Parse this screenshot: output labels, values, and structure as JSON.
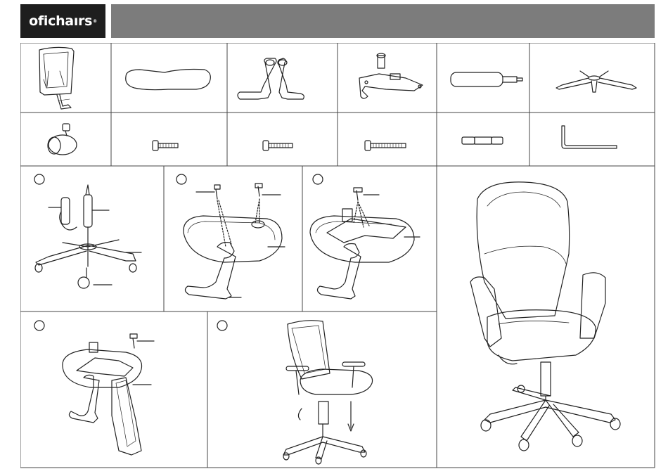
{
  "header": {
    "brand": "ofichaırs",
    "trademark": "®"
  },
  "icons": {
    "parts": [
      "chair-back-icon",
      "seat-cushion-icon",
      "armrests-icon",
      "seat-mechanism-icon",
      "gas-lift-icon",
      "five-star-base-icon",
      "caster-icon",
      "bolt-icon",
      "bolt-icon",
      "long-bolt-icon",
      "lift-cover-icon",
      "hex-key-icon"
    ],
    "steps": [
      "step-1-base-assembly",
      "step-2-attach-armrests",
      "step-3-attach-mechanism",
      "step-4-attach-backrest",
      "step-5-mount-seat-on-base"
    ],
    "final": "assembled-executive-chair"
  },
  "colors": {
    "header_band": "#7c7c7c",
    "logo_bg": "#1e1e1e",
    "line": "#222222"
  }
}
